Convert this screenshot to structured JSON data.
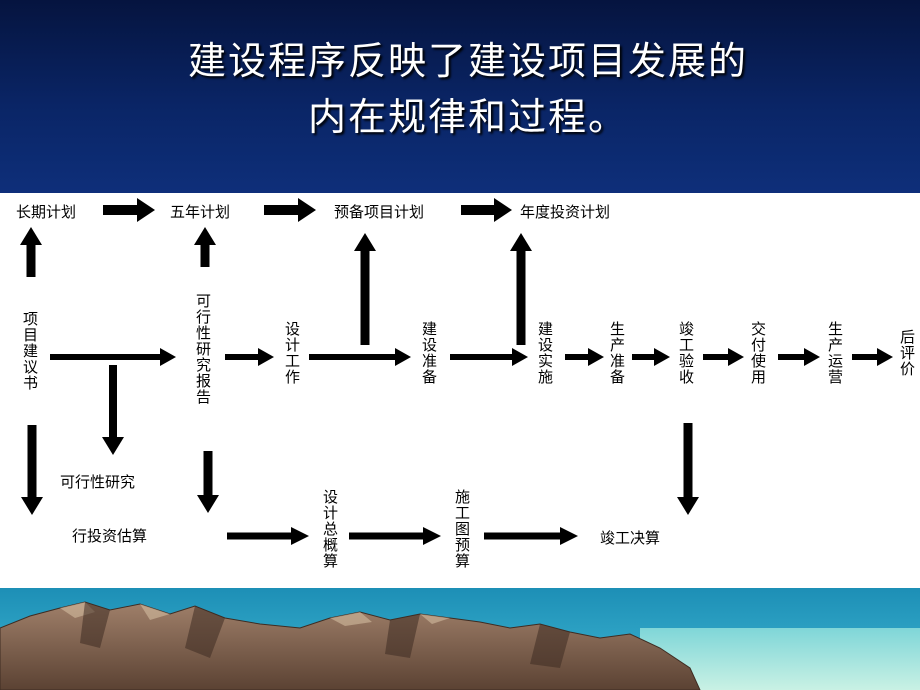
{
  "title": {
    "line1": "建设程序反映了建设项目发展的",
    "line2": "内在规律和过程。"
  },
  "nodes": {
    "long_term_plan": "长期计划",
    "five_year_plan": "五年计划",
    "reserve_project_plan": "预备项目计划",
    "annual_investment_plan": "年度投资计划",
    "project_proposal": "项目建议书",
    "feasibility_report": "可行性研究报告",
    "design_work": "设计工作",
    "construction_prep": "建设准备",
    "construction_implementation": "建设实施",
    "production_prep": "生产准备",
    "completion_acceptance": "竣工验收",
    "handover_use": "交付使用",
    "production_operation": "生产运营",
    "post_evaluation": "后评价",
    "feasibility_study": "可行性研究",
    "investment_estimate": "行投资估算",
    "design_budget_estimate": "设计总概算",
    "construction_drawing_budget": "施工图预算",
    "final_accounts": "竣工决算"
  },
  "colors": {
    "header_background": "#0a2566",
    "title_text": "#ffffff",
    "arrow": "#000000",
    "sea": "#2aa7c9",
    "mountain": "#8a6a55"
  }
}
